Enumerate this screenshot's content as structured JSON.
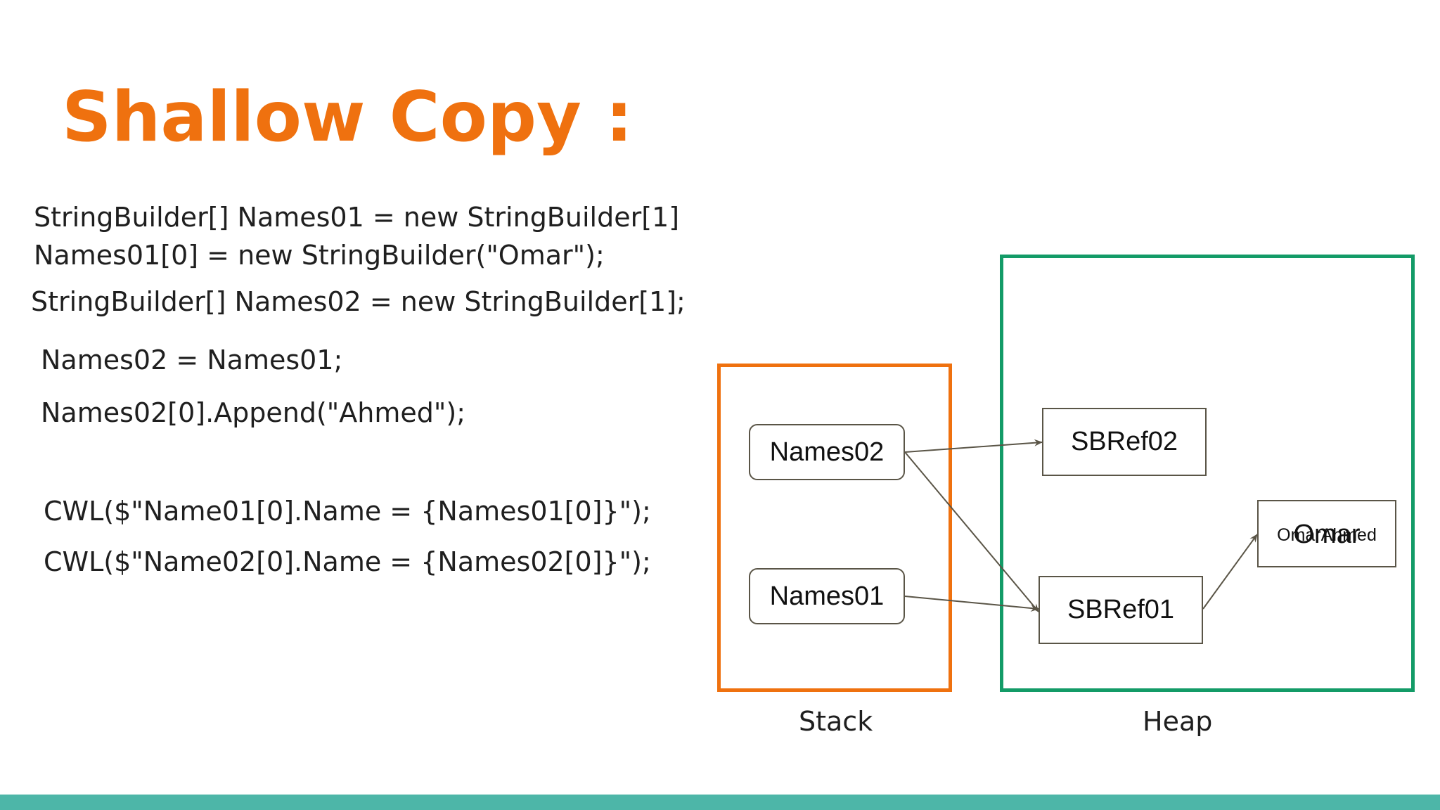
{
  "slide": {
    "title": "Shallow Copy :"
  },
  "code": {
    "line1": "StringBuilder[] Names01 = new StringBuilder[1]",
    "line2": "Names01[0] = new StringBuilder(\"Omar\");",
    "line3": "StringBuilder[] Names02 = new StringBuilder[1];",
    "line4": "Names02 = Names01;",
    "line5": "Names02[0].Append(\"Ahmed\");",
    "line6": "CWL($\"Name01[0].Name = {Names01[0]}\");",
    "line7": "CWL($\"Name02[0].Name = {Names02[0]}\");"
  },
  "diagram": {
    "stack_label": "Stack",
    "heap_label": "Heap",
    "stack_nodes": {
      "names02": "Names02",
      "names01": "Names01"
    },
    "heap_nodes": {
      "sbref02": "SBRef02",
      "sbref01": "SBRef01",
      "value_old": "Omar",
      "value_new": "OmarAhmed"
    },
    "colors": {
      "title": "#ef710f",
      "stack_border": "#ef710f",
      "heap_border": "#139b67",
      "footer_bar": "#4db6a8",
      "arrow": "#5a5547"
    }
  }
}
